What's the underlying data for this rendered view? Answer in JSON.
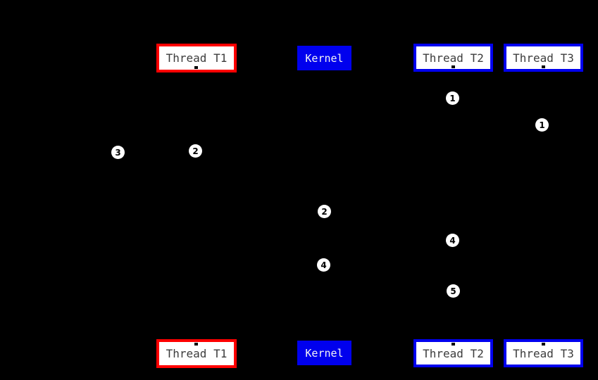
{
  "colors": {
    "background": "#000000",
    "thread_t1_border": "#ff0000",
    "thread_t2_t3_border": "#0000ee",
    "kernel_fill": "#0000ee",
    "box_fill": "#ffffff",
    "box_text": "#3c3c3c",
    "kernel_text": "#f5f5f5",
    "marker_fill": "#ffffff",
    "marker_text": "#000000"
  },
  "boxes": {
    "top": [
      {
        "label": "Thread T1"
      },
      {
        "label": "Kernel"
      },
      {
        "label": "Thread T2"
      },
      {
        "label": "Thread T3"
      }
    ],
    "bottom": [
      {
        "label": "Thread T1"
      },
      {
        "label": "Kernel"
      },
      {
        "label": "Thread T2"
      },
      {
        "label": "Thread T3"
      }
    ]
  },
  "markers": [
    {
      "label": "3"
    },
    {
      "label": "2"
    },
    {
      "label": "1"
    },
    {
      "label": "1"
    },
    {
      "label": "2"
    },
    {
      "label": "4"
    },
    {
      "label": "4"
    },
    {
      "label": "5"
    }
  ]
}
